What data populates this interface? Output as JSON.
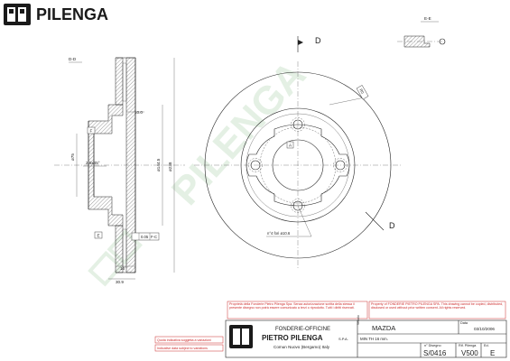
{
  "brand": {
    "name": "PILENGA"
  },
  "watermark": {
    "text": "PILENGA"
  },
  "views": {
    "section_dd": "D-D",
    "section_ee": "E-E",
    "cut_d_top": "D",
    "cut_d_bottom": "D"
  },
  "dimensions": {
    "d_inner": "10.0",
    "dia_75": "ø75",
    "dia_144": "ø144.5",
    "dia_238": "ø238",
    "chamfer": "2.5x45°",
    "thickness": "16",
    "overall": "30.9",
    "tolerance": "0.05",
    "tol_ref": "F-C",
    "datum_f": "F",
    "datum_e": "E",
    "datum_a": "A",
    "holes": "n°4 fori ø10.6",
    "r_label": "R0"
  },
  "notice": {
    "italian": "Proprietà della Fonderie Pietro Pilenga Spa. Senza autorizzazione scritta della stessa il presente disegno non potrà essere comunicato a terzi o riprodotto. Tutti i diritti riservati.",
    "english": "Property of FONDERIE PIETRO PILENGA SPA. This drawing cannot be copied, distributed, disclosed or used without prior written consent. All rights reserved."
  },
  "red_notes": {
    "it": "Quota indicativa soggetta a variazioni",
    "en": "Indicative data subject to variations"
  },
  "title_block": {
    "foundry": "FONDERIE-OFFICINE",
    "company": "PIETRO PILENGA",
    "spa": "S.P.A.",
    "city": "Comun Nuovo (Bergamo) Italy",
    "vehicle_label": "Veicolo",
    "vehicle": "MAZDA",
    "date_label": "Data",
    "date": "03/10/2006",
    "min_th": "MIN TH 16 mm.",
    "drawing_no_label": "n° Disegno",
    "drawing_no": "S/0416",
    "ref_label": "Rif. Pilenga",
    "ref": "V500",
    "ed_label": "Ed.",
    "ed": "E"
  }
}
